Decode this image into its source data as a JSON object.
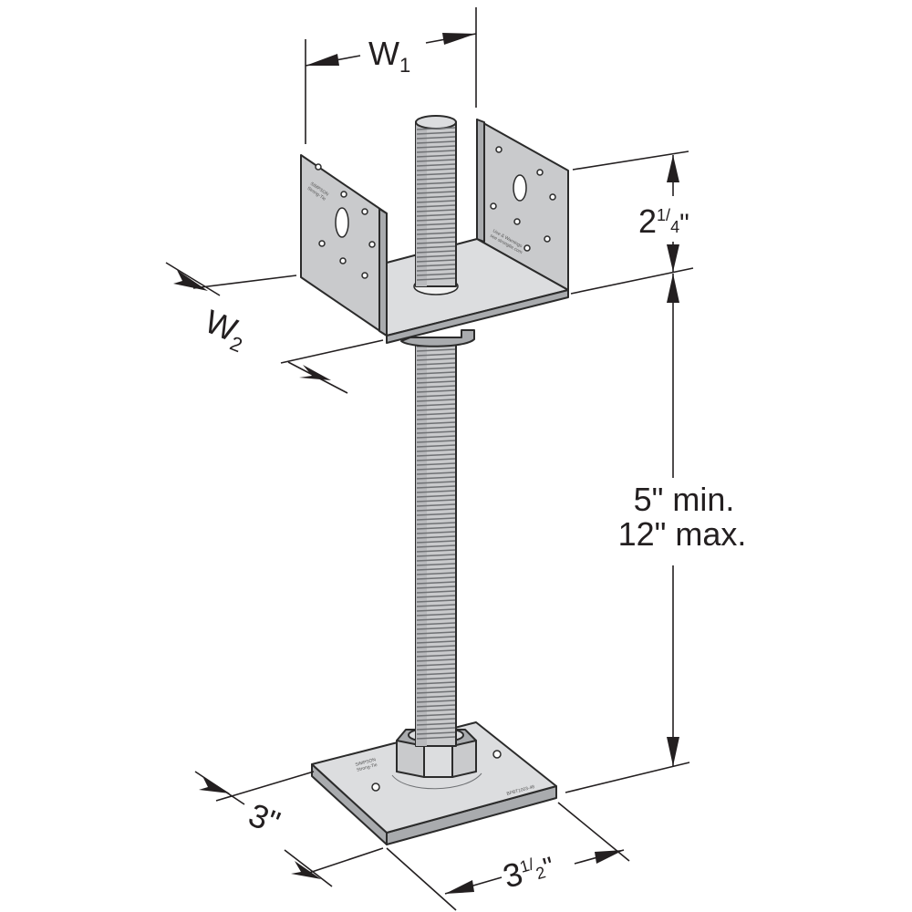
{
  "diagram": {
    "dimensions": {
      "w1": {
        "main": "W",
        "sub": "1"
      },
      "w2": {
        "main": "W",
        "sub": "2"
      },
      "height_upper": {
        "whole": "2",
        "num": "1",
        "den": "4",
        "unit": "\""
      },
      "height_post": {
        "line1": "5\" min.",
        "line2": "12\" max."
      },
      "base_depth": {
        "text": "3\""
      },
      "base_width": {
        "whole": "3",
        "num": "1",
        "den": "2",
        "unit": "\""
      }
    },
    "stamps": {
      "left_plate": [
        "SIMPSON",
        "Strong-Tie"
      ],
      "right_plate": [
        "Use & Warnings",
        "see strongtie.com"
      ],
      "base_plate": [
        "SIMPSON",
        "Strong-Tie"
      ],
      "base_code": "BPBT1003-48"
    },
    "colors": {
      "ink": "#231f20",
      "metal": "#c9cacc",
      "metal_shadow": "#a9abae"
    }
  }
}
